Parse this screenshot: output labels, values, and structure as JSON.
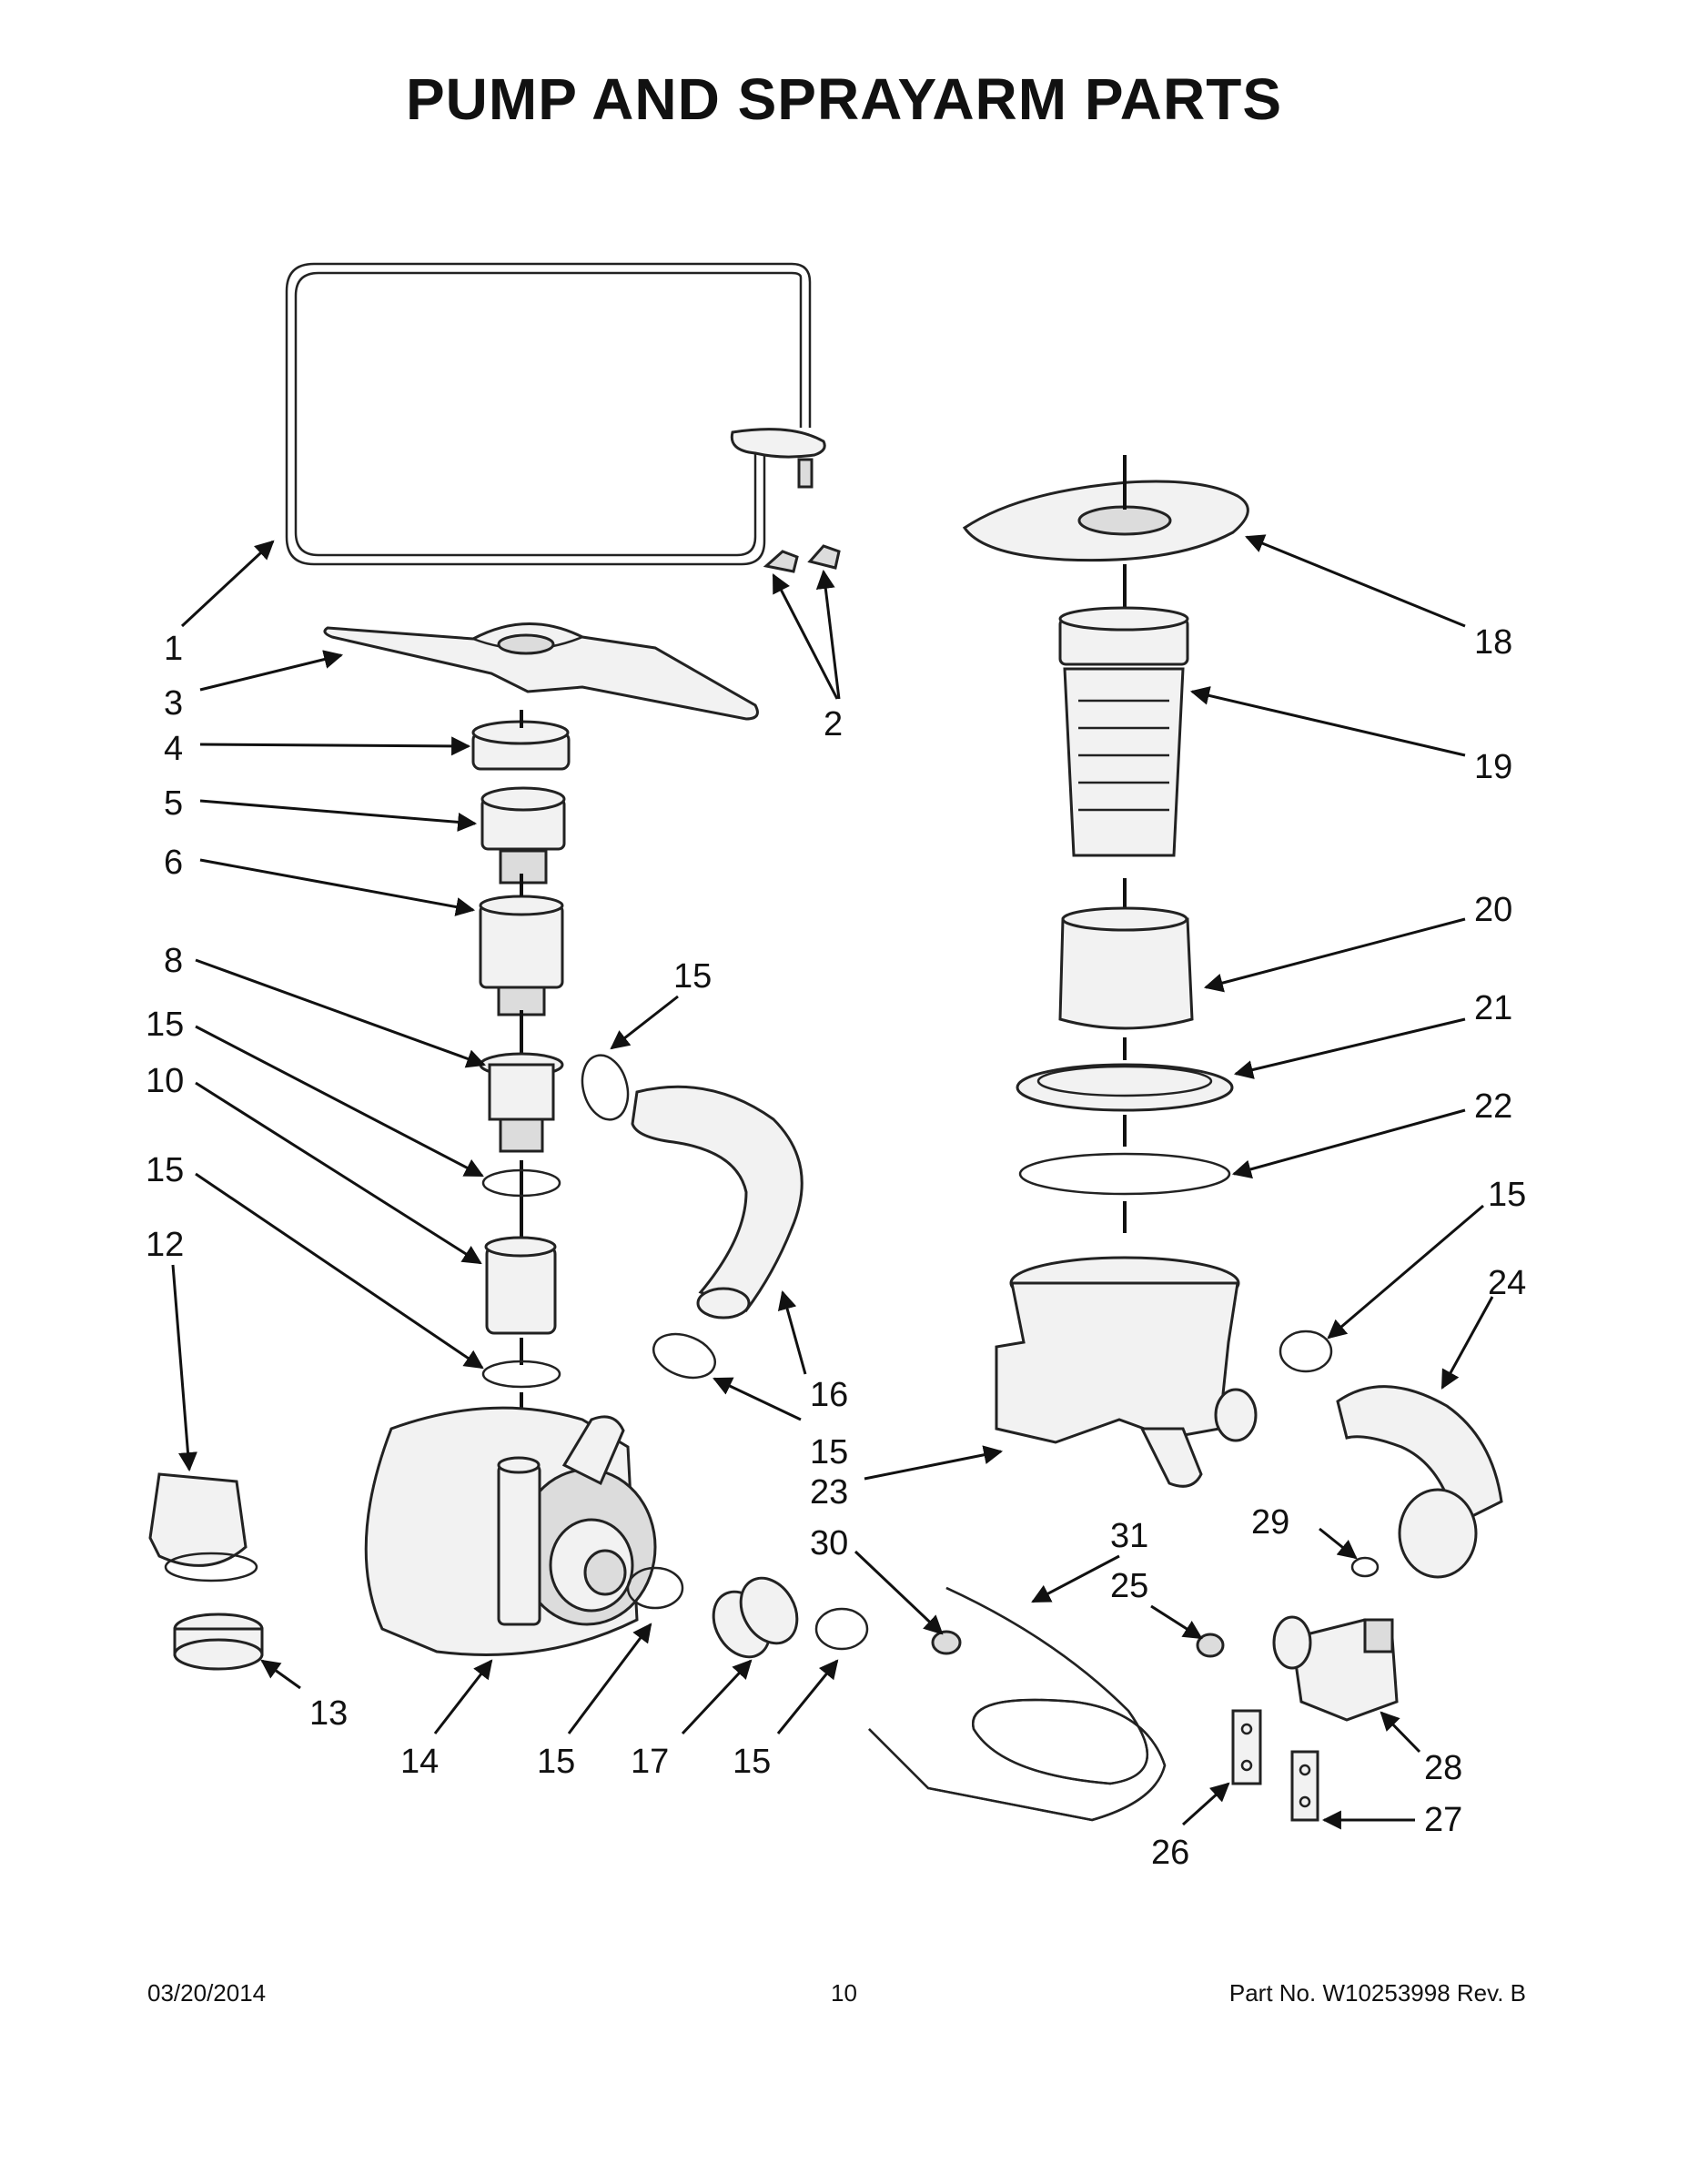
{
  "title": "PUMP AND SPRAYARM PARTS",
  "callouts": {
    "c1": "1",
    "c2": "2",
    "c3": "3",
    "c4": "4",
    "c5": "5",
    "c6": "6",
    "c8": "8",
    "c10": "10",
    "c12": "12",
    "c13": "13",
    "c14": "14",
    "c15": "15",
    "c16": "16",
    "c17": "17",
    "c18": "18",
    "c19": "19",
    "c20": "20",
    "c21": "21",
    "c22": "22",
    "c23": "23",
    "c24": "24",
    "c25": "25",
    "c26": "26",
    "c27": "27",
    "c28": "28",
    "c29": "29",
    "c30": "30",
    "c31": "31"
  },
  "footer": {
    "date": "03/20/2014",
    "page": "10",
    "part": "Part No.  W10253998  Rev.  B"
  }
}
